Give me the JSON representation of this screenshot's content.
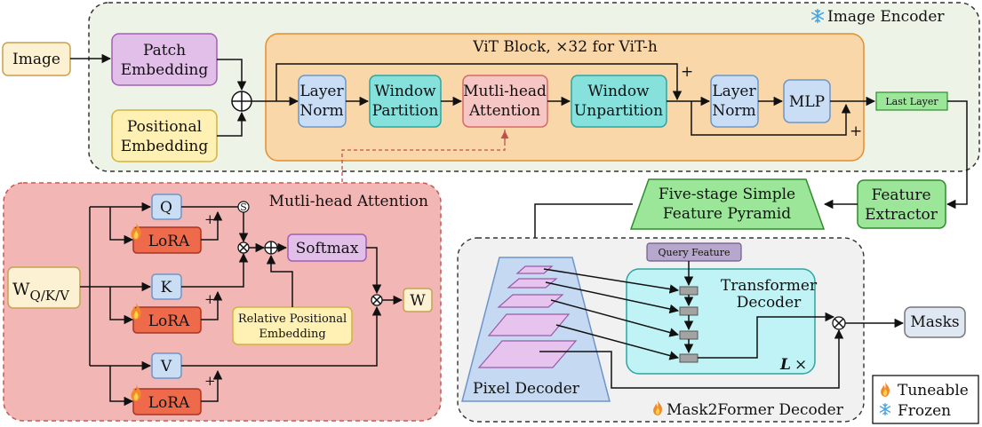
{
  "image_encoder": {
    "title": "Image Encoder",
    "title_icon": "snowflake-icon",
    "input_image": "Image",
    "patch_embedding": [
      "Patch",
      "Embedding"
    ],
    "positional_embedding": [
      "Positional",
      "Embedding"
    ],
    "vit_block": {
      "title": "ViT Block, ×32 for ViT-h",
      "layer_norm_1": [
        "Layer",
        "Norm"
      ],
      "window_partition": [
        "Window",
        "Partition"
      ],
      "attention": [
        "Mutli-head",
        "Attention"
      ],
      "window_unpartition": [
        "Window",
        "Unpartition"
      ],
      "layer_norm_2": [
        "Layer",
        "Norm"
      ],
      "mlp": "MLP",
      "plus_top": "+",
      "plus_bottom": "+"
    },
    "last_layer": "Last Layer"
  },
  "feature_extractor": [
    "Feature",
    "Extractor"
  ],
  "feature_pyramid": [
    "Five-stage Simple",
    "Feature Pyramid"
  ],
  "attention_detail": {
    "title": "Mutli-head Attention",
    "weights": "W",
    "weights_subscript": "Q/K/V",
    "q": "Q",
    "k": "K",
    "v": "V",
    "lora": "LoRA",
    "plus": "+",
    "scale_symbol": "S",
    "softmax": "Softmax",
    "relative_positional_embedding": [
      "Relative Positional",
      "Embedding"
    ],
    "output": "W"
  },
  "mask2former": {
    "title": "Mask2Former Decoder",
    "pixel_decoder": "Pixel Decoder",
    "query_feature": "Query Feature",
    "transformer_decoder": [
      "Transformer",
      "Decoder"
    ],
    "repeat_symbol": "L",
    "repeat_suffix": "×",
    "masks": "Masks"
  },
  "legend": {
    "tuneable": "Tuneable",
    "tuneable_icon": "flame-icon",
    "frozen": "Frozen",
    "frozen_icon": "snowflake-icon"
  },
  "colors": {
    "encoder_bg": "#eef3e8",
    "vit_block_bg": "#fad7a9",
    "vit_block_border": "#e38e2e",
    "blue_box": "#c9ddf5",
    "teal_box": "#86e0dc",
    "pink_box": "#f6c6c4",
    "purple_box": "#e2bfe9",
    "yellow_box": "#fff1b3",
    "cream_box": "#fdf1d3",
    "green_box": "#9ce69a",
    "attention_bg": "#f2b6b4",
    "lora_box": "#ee6a4a",
    "mask2former_bg": "#f1f1f1",
    "pixel_decoder": "#c5d9f2",
    "transformer_decoder": "#bff3f5",
    "flame": "#f08a2c",
    "snowflake": "#4aa3df"
  }
}
